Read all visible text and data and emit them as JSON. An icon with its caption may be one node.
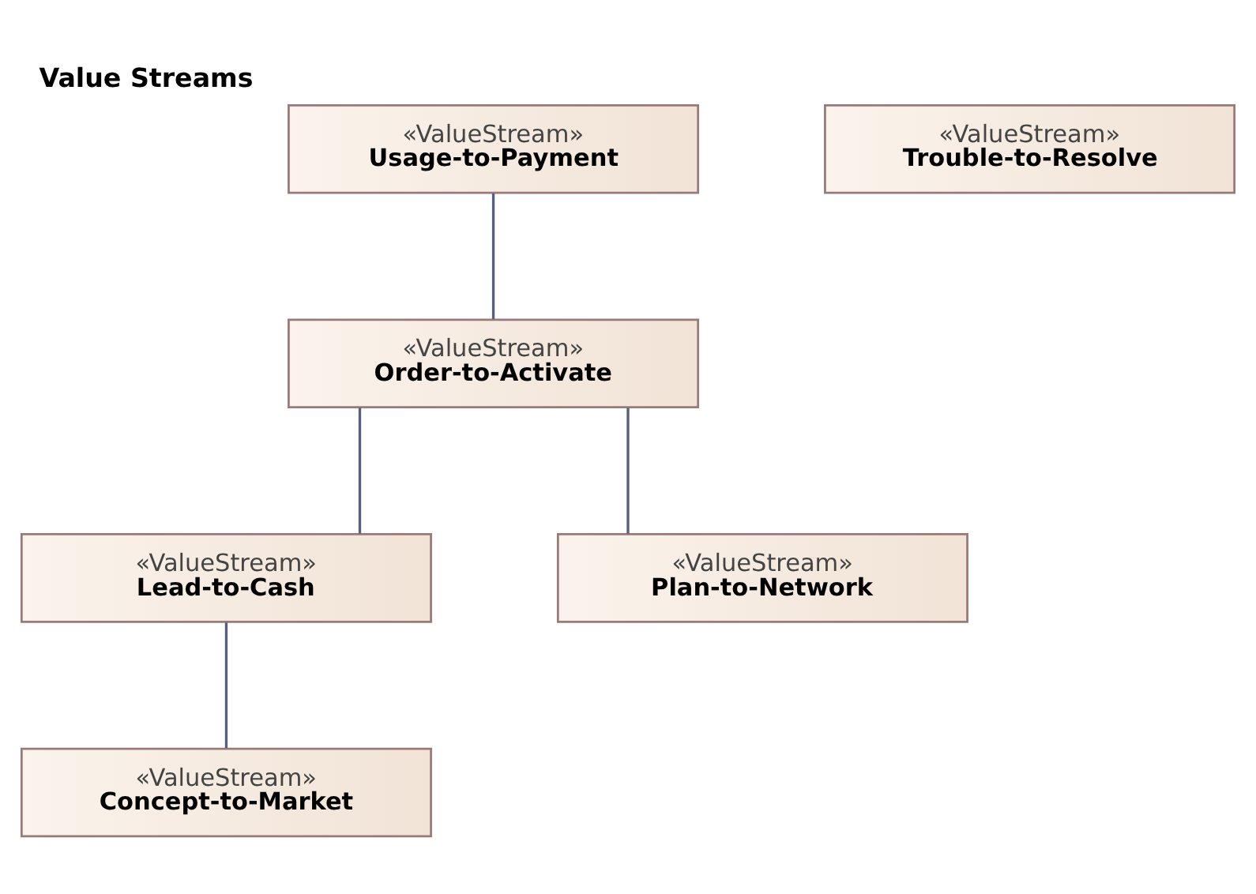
{
  "diagram": {
    "title": "Value Streams",
    "nodes": [
      {
        "text": [
          "«ValueStream»",
          "Usage-to-Payment"
        ]
      },
      {
        "text": [
          "«ValueStream»",
          "Trouble-to-Resolve"
        ]
      },
      {
        "text": [
          "«ValueStream»",
          "Order-to-Activate"
        ]
      },
      {
        "text": [
          "«ValueStream»",
          "Lead-to-Cash"
        ]
      },
      {
        "text": [
          "«ValueStream»",
          "Plan-to-Network"
        ]
      },
      {
        "text": [
          "«ValueStream»",
          "Concept-to-Market"
        ]
      }
    ],
    "edges": [
      {
        "from": 0,
        "to": 2,
        "arrow": "none"
      },
      {
        "from": 2,
        "to": 3,
        "arrow": "none"
      },
      {
        "from": 2,
        "to": 4,
        "arrow": "none"
      },
      {
        "from": 3,
        "to": 5,
        "arrow": "none"
      }
    ]
  }
}
